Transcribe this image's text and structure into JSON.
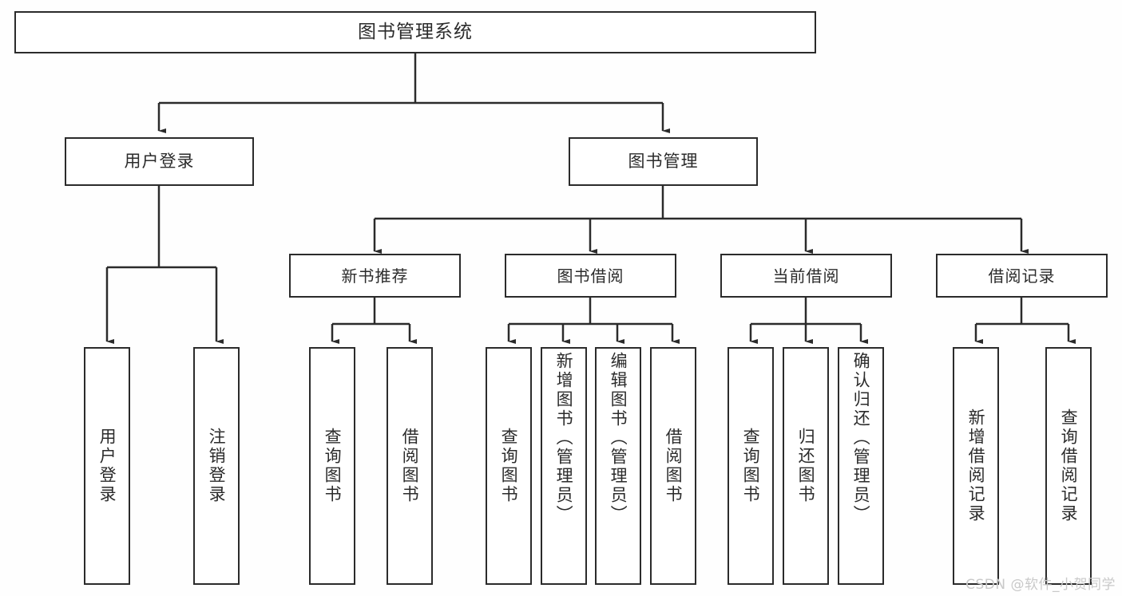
{
  "diagram": {
    "title": "图书管理系统",
    "type": "tree",
    "background_color": "#fefefe",
    "line_color": "#2b2b2b",
    "text_color": "#2b2b2b",
    "watermark": "CSDN @软件_小贺同学",
    "root": {
      "label": "图书管理系统"
    },
    "level1": [
      {
        "label": "用户登录"
      },
      {
        "label": "图书管理"
      }
    ],
    "level2": [
      {
        "label": "新书推荐"
      },
      {
        "label": "图书借阅"
      },
      {
        "label": "当前借阅"
      },
      {
        "label": "借阅记录"
      }
    ],
    "leaves": {
      "user_login": [
        {
          "label": "用户登录"
        },
        {
          "label": "注销登录"
        }
      ],
      "new_book_recommend": [
        {
          "label": "查询图书"
        },
        {
          "label": "借阅图书"
        }
      ],
      "book_borrow": [
        {
          "label": "查询图书"
        },
        {
          "label": "新增图书（管理员）"
        },
        {
          "label": "编辑图书（管理员）"
        },
        {
          "label": "借阅图书"
        }
      ],
      "current_borrow": [
        {
          "label": "查询图书"
        },
        {
          "label": "归还图书"
        },
        {
          "label": "确认归还（管理员）"
        }
      ],
      "borrow_record": [
        {
          "label": "新增借阅记录"
        },
        {
          "label": "查询借阅记录"
        }
      ]
    }
  }
}
